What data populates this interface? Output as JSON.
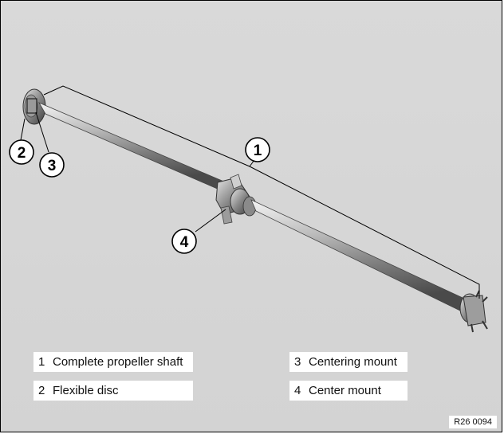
{
  "callouts": [
    "1",
    "2",
    "3",
    "4"
  ],
  "legend": [
    {
      "num": "1",
      "label": "Complete propeller shaft"
    },
    {
      "num": "2",
      "label": "Flexible disc"
    },
    {
      "num": "3",
      "label": "Centering mount"
    },
    {
      "num": "4",
      "label": "Center mount"
    }
  ],
  "reference_code": "R26 0094"
}
